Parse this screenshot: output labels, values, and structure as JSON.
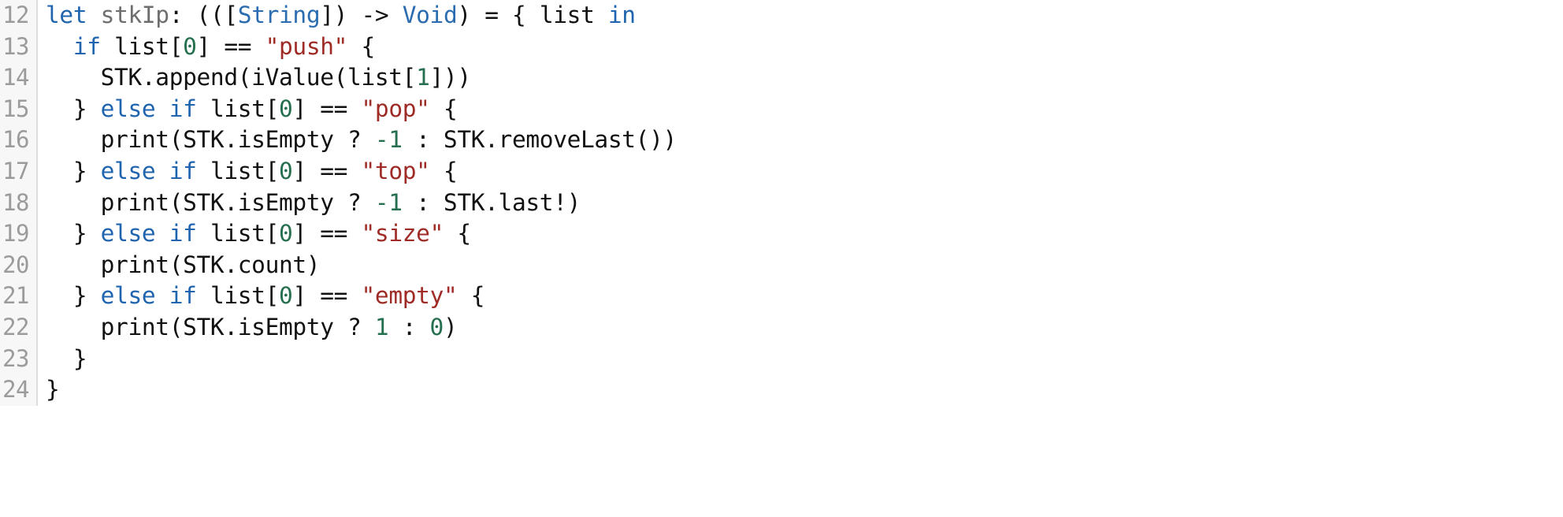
{
  "editor": {
    "language": "Swift",
    "first_line_number": 12,
    "last_line_number": 24,
    "colors": {
      "background": "#ffffff",
      "gutter_background": "#f7f7f7",
      "gutter_text": "#9b9b9b",
      "gutter_rule": "#dedede",
      "keyword": "#1f64ae",
      "type": "#2b6cb0",
      "string": "#9e2b25",
      "number": "#256f4e",
      "identifier": "#111111",
      "dim_identifier": "#6e6e6e"
    },
    "lines": [
      {
        "number": "12",
        "text": "let stkIp: (([String]) -> Void) = { list in",
        "tokens": [
          {
            "t": "let",
            "c": "kw"
          },
          {
            "t": " ",
            "c": "punc"
          },
          {
            "t": "stkIp",
            "c": "dim"
          },
          {
            "t": ": (([",
            "c": "punc"
          },
          {
            "t": "String",
            "c": "type"
          },
          {
            "t": "]) -> ",
            "c": "punc"
          },
          {
            "t": "Void",
            "c": "type"
          },
          {
            "t": ") = { list ",
            "c": "punc"
          },
          {
            "t": "in",
            "c": "kw"
          }
        ]
      },
      {
        "number": "13",
        "text": "  if list[0] == \"push\" {",
        "tokens": [
          {
            "t": "  ",
            "c": "punc"
          },
          {
            "t": "if",
            "c": "kw"
          },
          {
            "t": " list[",
            "c": "id"
          },
          {
            "t": "0",
            "c": "num"
          },
          {
            "t": "] == ",
            "c": "id"
          },
          {
            "t": "\"push\"",
            "c": "str"
          },
          {
            "t": " {",
            "c": "id"
          }
        ]
      },
      {
        "number": "14",
        "text": "    STK.append(iValue(list[1]))",
        "tokens": [
          {
            "t": "    STK.append(iValue(list[",
            "c": "id"
          },
          {
            "t": "1",
            "c": "num"
          },
          {
            "t": "]))",
            "c": "id"
          }
        ]
      },
      {
        "number": "15",
        "text": "  } else if list[0] == \"pop\" {",
        "tokens": [
          {
            "t": "  } ",
            "c": "id"
          },
          {
            "t": "else",
            "c": "kw"
          },
          {
            "t": " ",
            "c": "punc"
          },
          {
            "t": "if",
            "c": "kw"
          },
          {
            "t": " list[",
            "c": "id"
          },
          {
            "t": "0",
            "c": "num"
          },
          {
            "t": "] == ",
            "c": "id"
          },
          {
            "t": "\"pop\"",
            "c": "str"
          },
          {
            "t": " {",
            "c": "id"
          }
        ]
      },
      {
        "number": "16",
        "text": "    print(STK.isEmpty ? -1 : STK.removeLast())",
        "tokens": [
          {
            "t": "    print(STK.isEmpty ? ",
            "c": "id"
          },
          {
            "t": "-1",
            "c": "num"
          },
          {
            "t": " : STK.removeLast())",
            "c": "id"
          }
        ]
      },
      {
        "number": "17",
        "text": "  } else if list[0] == \"top\" {",
        "tokens": [
          {
            "t": "  } ",
            "c": "id"
          },
          {
            "t": "else",
            "c": "kw"
          },
          {
            "t": " ",
            "c": "punc"
          },
          {
            "t": "if",
            "c": "kw"
          },
          {
            "t": " list[",
            "c": "id"
          },
          {
            "t": "0",
            "c": "num"
          },
          {
            "t": "] == ",
            "c": "id"
          },
          {
            "t": "\"top\"",
            "c": "str"
          },
          {
            "t": " {",
            "c": "id"
          }
        ]
      },
      {
        "number": "18",
        "text": "    print(STK.isEmpty ? -1 : STK.last!)",
        "tokens": [
          {
            "t": "    print(STK.isEmpty ? ",
            "c": "id"
          },
          {
            "t": "-1",
            "c": "num"
          },
          {
            "t": " : STK.last!)",
            "c": "id"
          }
        ]
      },
      {
        "number": "19",
        "text": "  } else if list[0] == \"size\" {",
        "tokens": [
          {
            "t": "  } ",
            "c": "id"
          },
          {
            "t": "else",
            "c": "kw"
          },
          {
            "t": " ",
            "c": "punc"
          },
          {
            "t": "if",
            "c": "kw"
          },
          {
            "t": " list[",
            "c": "id"
          },
          {
            "t": "0",
            "c": "num"
          },
          {
            "t": "] == ",
            "c": "id"
          },
          {
            "t": "\"size\"",
            "c": "str"
          },
          {
            "t": " {",
            "c": "id"
          }
        ]
      },
      {
        "number": "20",
        "text": "    print(STK.count)",
        "tokens": [
          {
            "t": "    print(STK.count)",
            "c": "id"
          }
        ]
      },
      {
        "number": "21",
        "text": "  } else if list[0] == \"empty\" {",
        "tokens": [
          {
            "t": "  } ",
            "c": "id"
          },
          {
            "t": "else",
            "c": "kw"
          },
          {
            "t": " ",
            "c": "punc"
          },
          {
            "t": "if",
            "c": "kw"
          },
          {
            "t": " list[",
            "c": "id"
          },
          {
            "t": "0",
            "c": "num"
          },
          {
            "t": "] == ",
            "c": "id"
          },
          {
            "t": "\"empty\"",
            "c": "str"
          },
          {
            "t": " {",
            "c": "id"
          }
        ]
      },
      {
        "number": "22",
        "text": "    print(STK.isEmpty ? 1 : 0)",
        "tokens": [
          {
            "t": "    print(STK.isEmpty ? ",
            "c": "id"
          },
          {
            "t": "1",
            "c": "num"
          },
          {
            "t": " : ",
            "c": "id"
          },
          {
            "t": "0",
            "c": "num"
          },
          {
            "t": ")",
            "c": "id"
          }
        ]
      },
      {
        "number": "23",
        "text": "  }",
        "tokens": [
          {
            "t": "  }",
            "c": "id"
          }
        ]
      },
      {
        "number": "24",
        "text": "}",
        "tokens": [
          {
            "t": "}",
            "c": "id"
          }
        ]
      }
    ]
  }
}
